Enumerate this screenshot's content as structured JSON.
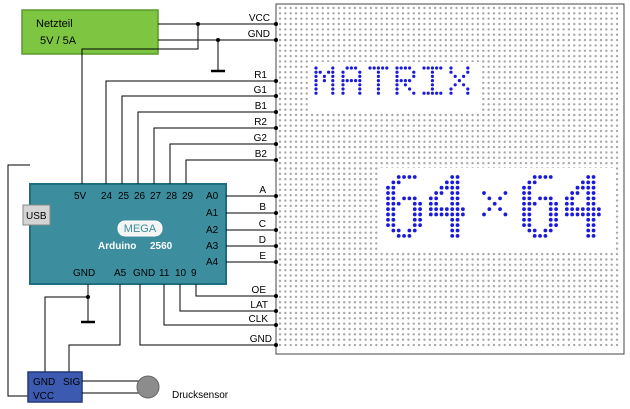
{
  "power_supply": {
    "title": "Netzteil",
    "rating": "5V / 5A"
  },
  "matrix": {
    "title_text": "MATRIX",
    "size_text_left": "64",
    "size_text_times": "×",
    "size_text_right": "64",
    "pins": [
      "VCC",
      "GND",
      "R1",
      "G1",
      "B1",
      "R2",
      "G2",
      "B2",
      "A",
      "B",
      "C",
      "D",
      "E",
      "OE",
      "LAT",
      "CLK",
      "GND"
    ]
  },
  "arduino": {
    "usb_label": "USB",
    "badge": "MEGA",
    "name": "Arduino",
    "model": "2560",
    "top_pins": [
      "5V",
      "24",
      "25",
      "26",
      "27",
      "28",
      "29"
    ],
    "right_pins": [
      "A0",
      "A1",
      "A2",
      "A3",
      "A4"
    ],
    "bottom_pins": [
      "GND",
      "A5",
      "GND",
      "11",
      "10",
      "9"
    ]
  },
  "sensor": {
    "pin_gnd": "GND",
    "pin_sig": "SIG",
    "pin_vcc": "VCC",
    "name": "Drucksensor"
  },
  "colors": {
    "wire": "#000000",
    "psu_fill": "#7ec642",
    "psu_stroke": "#5a9a2c",
    "arduino_fill": "#3c8e9e",
    "arduino_stroke": "#1d6e7e",
    "matrix_dot_off": "#a8a8a8",
    "matrix_dot_on": "#1a1adc",
    "sensor_fill": "#3c5bb0",
    "knob_fill": "#8c8c8c"
  }
}
